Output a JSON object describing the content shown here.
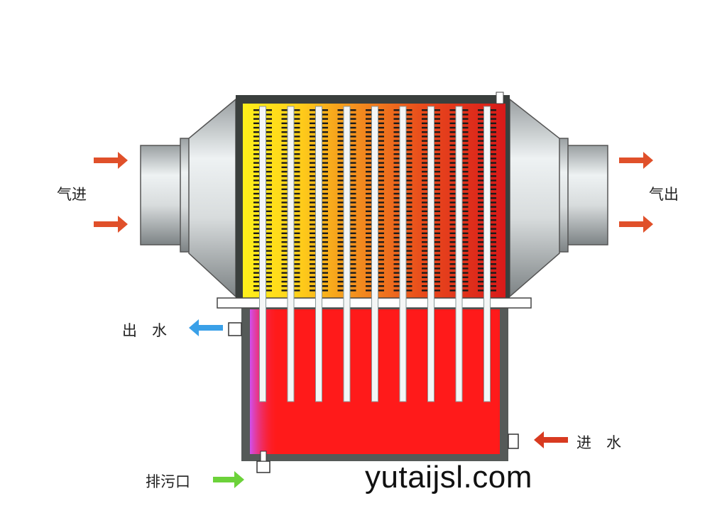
{
  "labels": {
    "gas_in": "气进",
    "gas_out": "气出",
    "water_out": "出　水",
    "water_in": "进　水",
    "drain": "排污口"
  },
  "watermark": "yutaijsl.com",
  "tube_count": 9,
  "colors": {
    "gas_arrow": "#e0502a",
    "water_out_arrow": "#3aa0e8",
    "water_in_arrow": "#d83a20",
    "drain_arrow": "#6cd23a",
    "water": "#ff1a1a",
    "shell": "#4a4e4c"
  }
}
